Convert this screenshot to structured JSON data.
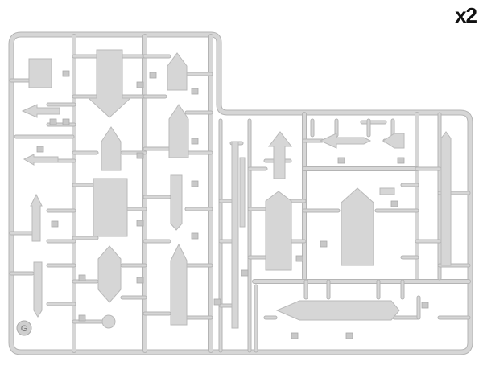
{
  "quantity_label": "x2",
  "sprue_letter": "G",
  "colors": {
    "background": "#ffffff",
    "plastic": "#d6d6d6",
    "plastic_edge": "#b4b4b4",
    "text": "#111111"
  },
  "icon_names": [
    "sign-arrow-part",
    "sign-plate-part",
    "post-part",
    "sprue-frame"
  ]
}
